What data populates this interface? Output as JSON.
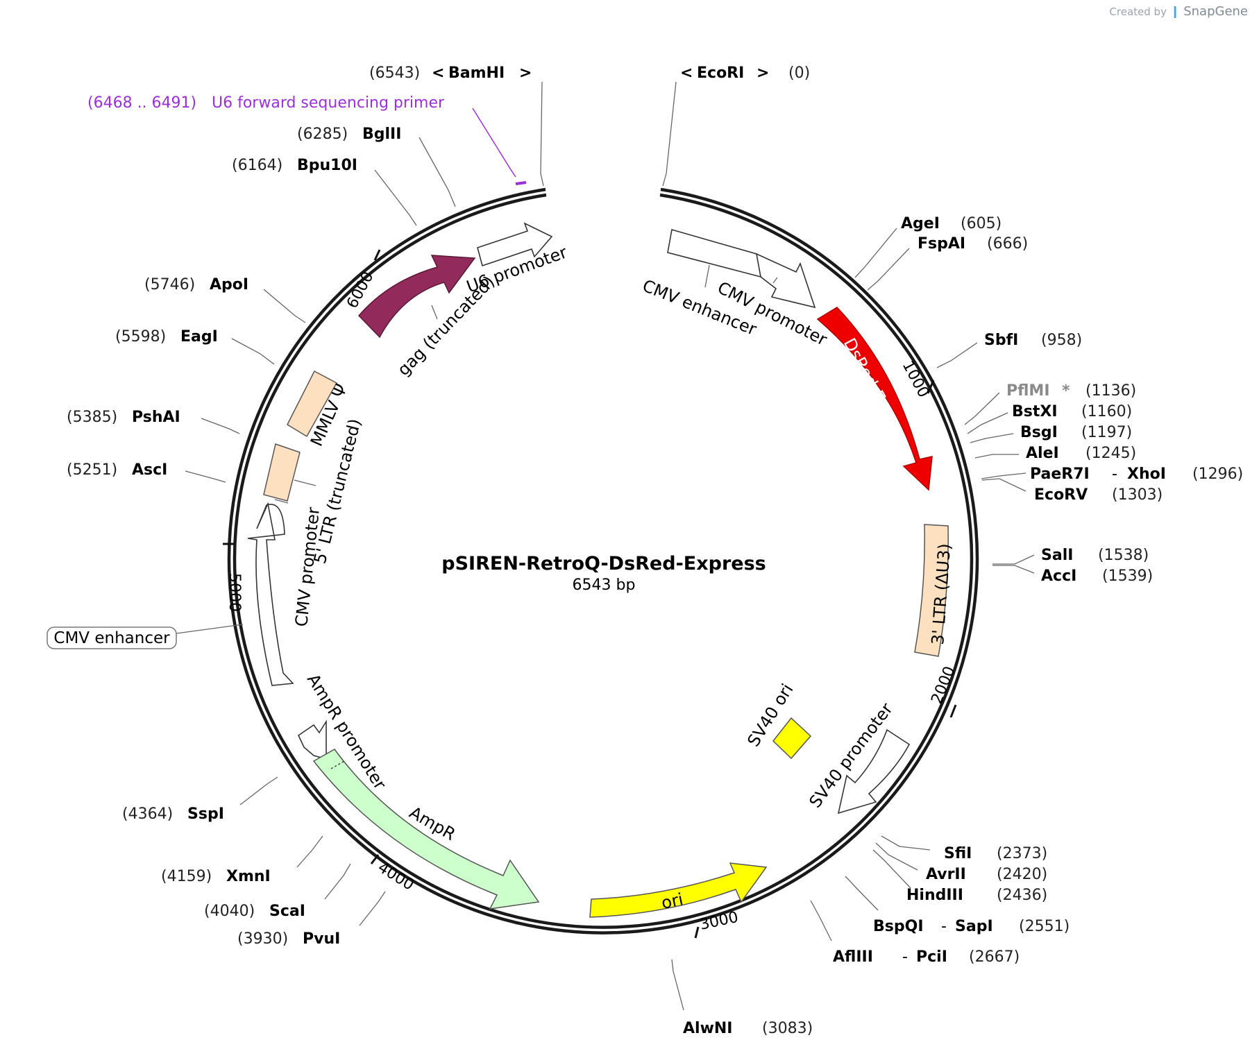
{
  "credit": {
    "prefix": "Created by",
    "brand": "SnapGene"
  },
  "plasmid": {
    "name": "pSIREN-RetroQ-DsRed-Express",
    "size_label": "6543 bp",
    "length": 6543
  },
  "colors": {
    "dsred": "#ee0000",
    "gag": "#922a5c",
    "ltr": "#fde0c0",
    "ori": "#ffff00",
    "ampr": "#ccffcc",
    "promoter": "#ffffff",
    "primer": "#9b30d9"
  },
  "ticks": [
    "1000",
    "2000",
    "3000",
    "4000",
    "5000",
    "6000"
  ],
  "primer": {
    "range": "(6468 .. 6491)",
    "name": "U6 forward sequencing primer"
  },
  "features": [
    {
      "name": "U6 promoter"
    },
    {
      "name": "gag (truncated)"
    },
    {
      "name": "CMV promoter",
      "id": "cmv-promoter-top"
    },
    {
      "name": "CMV enhancer",
      "id": "cmv-enhancer-top"
    },
    {
      "name": "DsRed-Express"
    },
    {
      "name": "MMLV Ψ"
    },
    {
      "name": "5' LTR (truncated)"
    },
    {
      "name": "CMV promoter",
      "id": "cmv-promoter-left"
    },
    {
      "name": "CMV enhancer",
      "id": "cmv-enhancer-left"
    },
    {
      "name": "3' LTR (ΔU3)"
    },
    {
      "name": "SV40 ori"
    },
    {
      "name": "SV40 promoter"
    },
    {
      "name": "AmpR promoter"
    },
    {
      "name": "AmpR"
    },
    {
      "name": "ori"
    }
  ],
  "sites": [
    {
      "name": "BamHI",
      "pos": "(6543)",
      "unique": true
    },
    {
      "name": "EcoRI",
      "pos": "(0)",
      "unique": true
    },
    {
      "name": "BglII",
      "pos": "(6285)"
    },
    {
      "name": "Bpu10I",
      "pos": "(6164)"
    },
    {
      "name": "ApoI",
      "pos": "(5746)"
    },
    {
      "name": "EagI",
      "pos": "(5598)"
    },
    {
      "name": "PshAI",
      "pos": "(5385)"
    },
    {
      "name": "AscI",
      "pos": "(5251)"
    },
    {
      "name": "SspI",
      "pos": "(4364)"
    },
    {
      "name": "XmnI",
      "pos": "(4159)"
    },
    {
      "name": "ScaI",
      "pos": "(4040)"
    },
    {
      "name": "PvuI",
      "pos": "(3930)"
    },
    {
      "name": "AlwNI",
      "pos": "(3083)"
    },
    {
      "name": "AflIII",
      "name2": "PciI",
      "pos": "(2667)"
    },
    {
      "name": "BspQI",
      "name2": "SapI",
      "pos": "(2551)"
    },
    {
      "name": "HindIII",
      "pos": "(2436)"
    },
    {
      "name": "AvrII",
      "pos": "(2420)"
    },
    {
      "name": "SfiI",
      "pos": "(2373)"
    },
    {
      "name": "SalI",
      "pos": "(1538)"
    },
    {
      "name": "AccI",
      "pos": "(1539)"
    },
    {
      "name": "EcoRV",
      "pos": "(1303)"
    },
    {
      "name": "PaeR7I",
      "name2": "XhoI",
      "pos": "(1296)"
    },
    {
      "name": "AleI",
      "pos": "(1245)"
    },
    {
      "name": "BsgI",
      "pos": "(1197)"
    },
    {
      "name": "BstXI",
      "pos": "(1160)"
    },
    {
      "name": "PflMI",
      "pos": "(1136)",
      "star": "*"
    },
    {
      "name": "SbfI",
      "pos": "(958)"
    },
    {
      "name": "FspAI",
      "pos": "(666)"
    },
    {
      "name": "AgeI",
      "pos": "(605)"
    }
  ]
}
